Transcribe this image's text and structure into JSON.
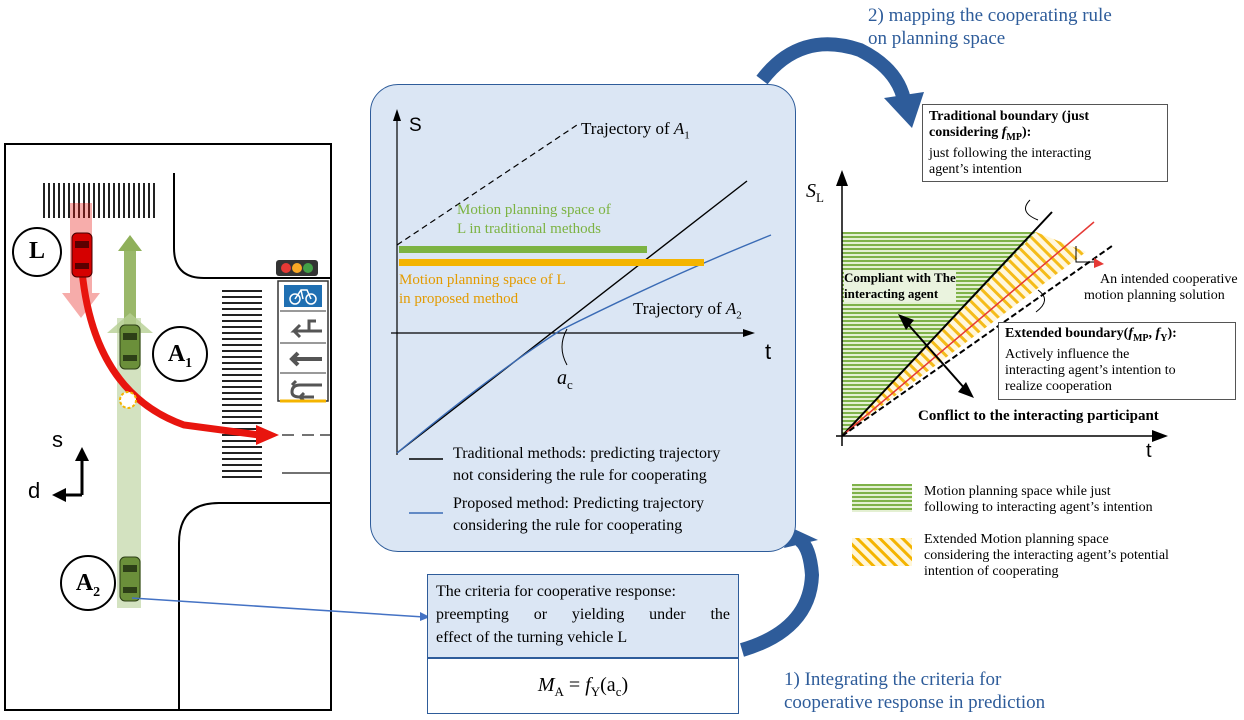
{
  "left_panel": {
    "vehicle_L": "L",
    "vehicle_A1": "A",
    "vehicle_A1_sub": "1",
    "vehicle_A2": "A",
    "vehicle_A2_sub": "2",
    "axis_s": "s",
    "axis_d": "d"
  },
  "center_plot": {
    "y_axis": "S",
    "x_axis": "t",
    "trajectory_a1": "Trajectory of ",
    "trajectory_a1_var": "A",
    "trajectory_a1_sub": "1",
    "trajectory_a2": "Trajectory of ",
    "trajectory_a2_var": "A",
    "trajectory_a2_sub": "2",
    "green_label_1": "Motion planning space of",
    "green_label_2": "L in traditional methods",
    "orange_label_1": "Motion planning space of L",
    "orange_label_2": "in proposed method",
    "ac_label": "a",
    "ac_sub": "c",
    "legend_black_1": "Traditional methods: predicting trajectory",
    "legend_black_2": "not considering the rule for cooperating",
    "legend_blue_1": "Proposed method: Predicting trajectory",
    "legend_blue_2": "considering the rule for cooperating"
  },
  "criteria_box": {
    "line1": "The criteria for cooperative response:",
    "line2": "preempting or yielding under the",
    "line3": "effect of the turning vehicle L",
    "formula_lhs": "M",
    "formula_lhs_sub": "A",
    "formula_eq": " = ",
    "formula_f": "f",
    "formula_f_sub": "Y",
    "formula_arg": "(a",
    "formula_arg_sub": "c",
    "formula_close": ")"
  },
  "annotations": {
    "step2_line1": "2) mapping the cooperating rule",
    "step2_line2": "on planning space",
    "step1_line1": "1) Integrating the criteria for",
    "step1_line2": "cooperative response in prediction"
  },
  "right_plot": {
    "y_axis": "S",
    "y_axis_sub": "L",
    "x_axis": "t",
    "trad_boundary_title_1": "Traditional boundary (just",
    "trad_boundary_title_2": "considering ",
    "trad_boundary_fmp": "f",
    "trad_boundary_fmp_sub": "MP",
    "trad_boundary_colon": "):",
    "trad_boundary_desc_1": "just following the interacting",
    "trad_boundary_desc_2": "agent’s intention",
    "compliant_1": "Compliant  with The",
    "compliant_2": "interacting agent",
    "intended_1": "An intended cooperative",
    "intended_2": "motion planning solution",
    "extended_title": "Extended boundary(",
    "extended_fmp": "f",
    "extended_fmp_sub": "MP",
    "extended_comma": ", ",
    "extended_fy": "f",
    "extended_fy_sub": "Y",
    "extended_close": "):",
    "extended_desc_1": "Actively influence the",
    "extended_desc_2": "interacting agent’s intention to",
    "extended_desc_3": "realize cooperation",
    "conflict": "Conflict to the interacting participant",
    "legend_green_1": "Motion planning space while just",
    "legend_green_2": "following to interacting agent’s intention",
    "legend_yellow_1": "Extended Motion planning space",
    "legend_yellow_2": "considering the interacting agent’s potential",
    "legend_yellow_3": "intention of cooperating"
  },
  "colors": {
    "blue_title": "#2e5c9a",
    "center_panel_bg": "#dbe6f4",
    "green_space": "#7cb342",
    "orange_space": "#f4b400",
    "red_path": "#e8150e",
    "green_arrow": "#8fb05a",
    "blue_curve": "#3a6bb5"
  }
}
